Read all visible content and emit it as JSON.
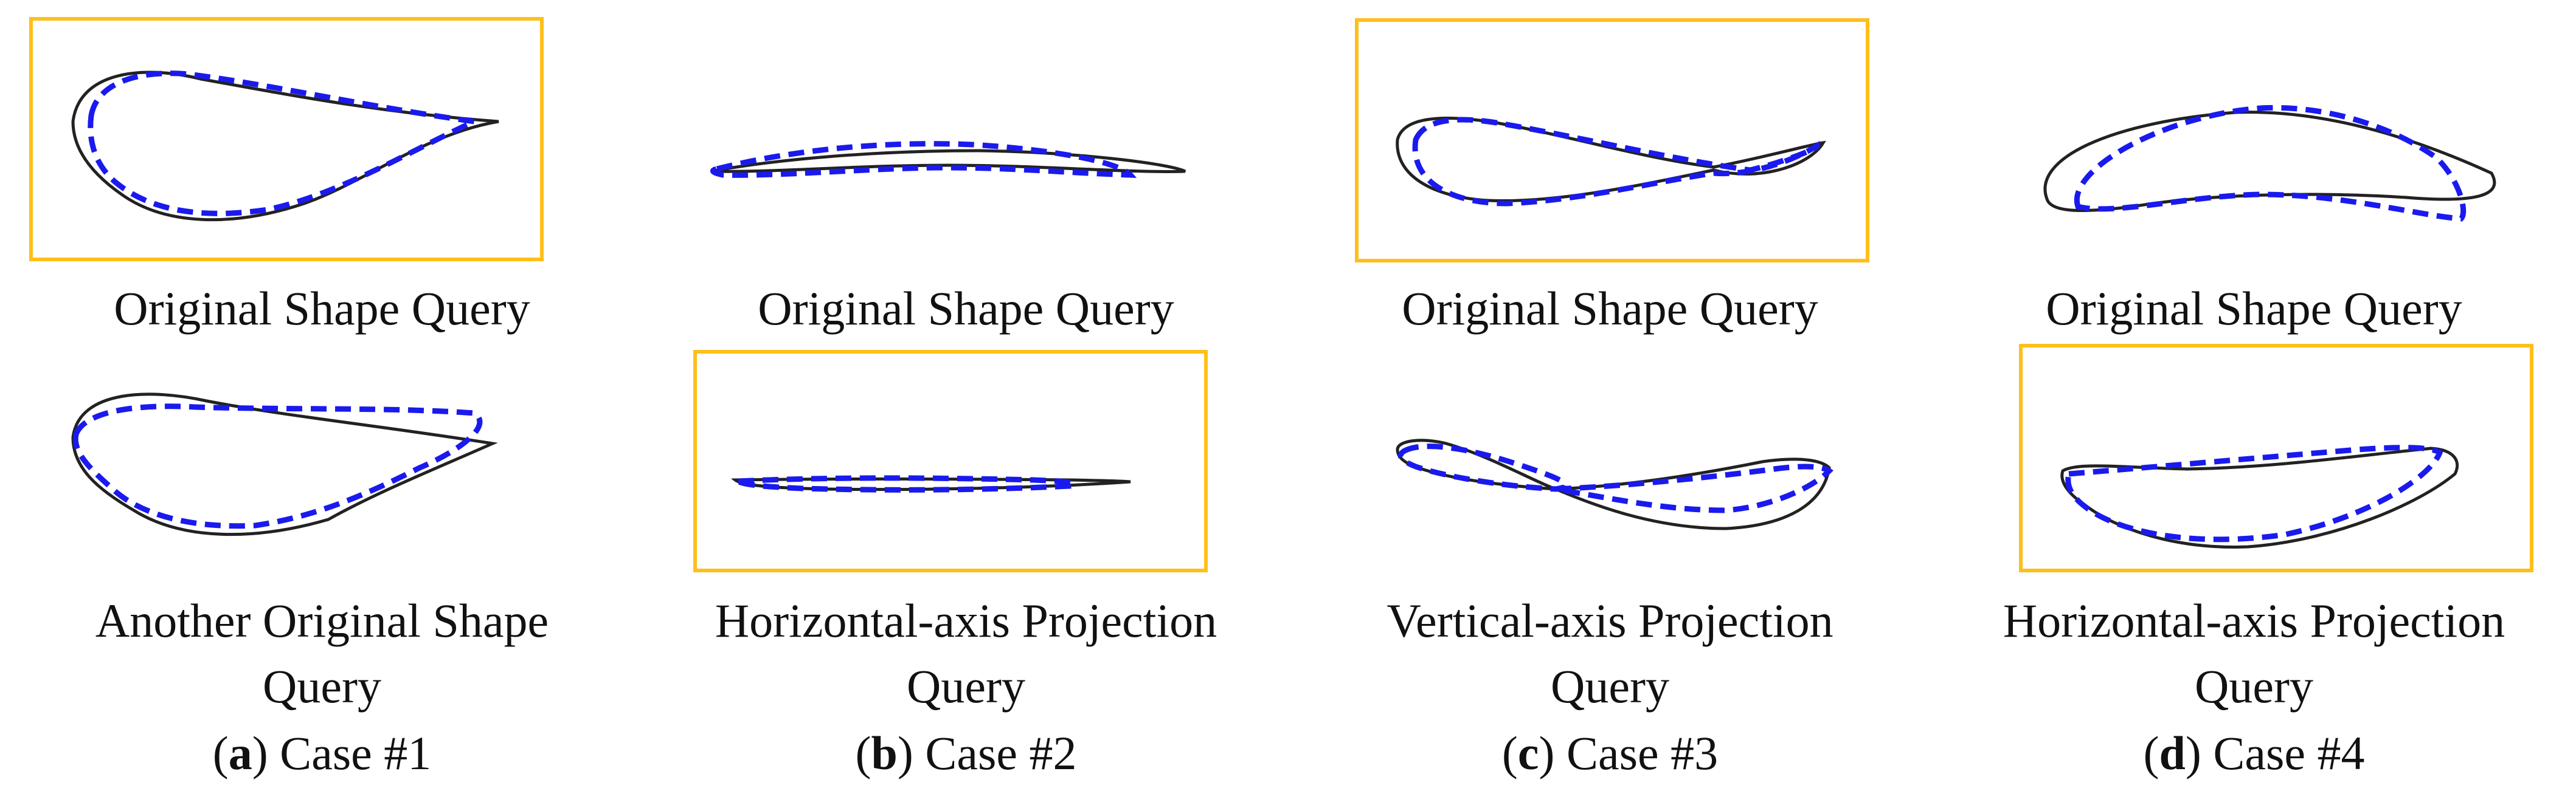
{
  "colors": {
    "highlight_border": "#ffbf1a",
    "query_line": "#1a1aee",
    "result_line": "#222222"
  },
  "cases": [
    {
      "top_caption": "Original Shape Query",
      "bottom_caption_line1": "Another Original Shape",
      "bottom_caption_line2": "Query",
      "case_letter": "a",
      "case_label": "Case #1",
      "highlighted": "top"
    },
    {
      "top_caption": "Original Shape Query",
      "bottom_caption_line1": "Horizontal-axis Projection",
      "bottom_caption_line2": "Query",
      "case_letter": "b",
      "case_label": "Case #2",
      "highlighted": "bottom"
    },
    {
      "top_caption": "Original Shape Query",
      "bottom_caption_line1": "Vertical-axis Projection",
      "bottom_caption_line2": "Query",
      "case_letter": "c",
      "case_label": "Case #3",
      "highlighted": "top"
    },
    {
      "top_caption": "Original Shape Query",
      "bottom_caption_line1": "Horizontal-axis Projection",
      "bottom_caption_line2": "Query",
      "case_letter": "d",
      "case_label": "Case #4",
      "highlighted": "bottom"
    }
  ]
}
